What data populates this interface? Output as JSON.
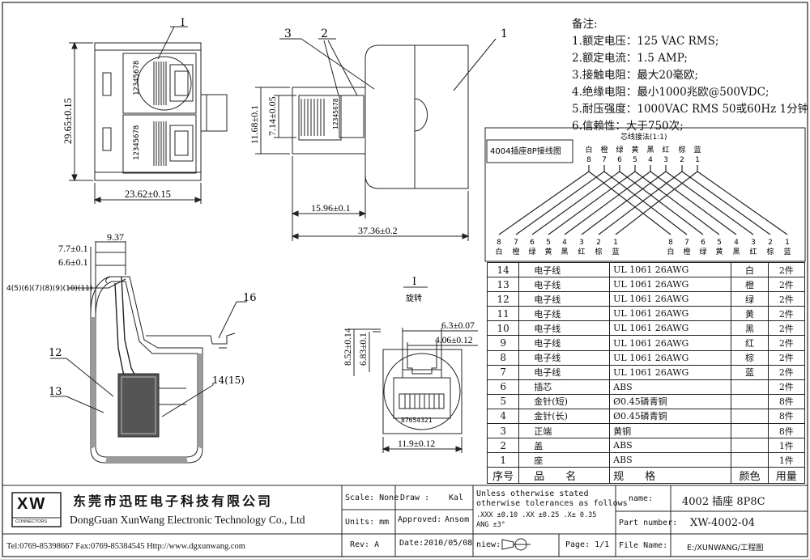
{
  "drawing": {
    "front_view": {
      "width_dim": "23.62±0.15",
      "height_dim": "29.65±0.15",
      "pin_order": "12345678",
      "pin_order_reversed": "87654321",
      "label_I": "I"
    },
    "side_view": {
      "callouts": [
        "3",
        "2",
        "1"
      ],
      "dims": [
        "11.68±0.1",
        "7.14±0.05",
        "15.96±0.1",
        "37.36±0.2"
      ]
    },
    "section_view": {
      "dims": [
        "9.37",
        "7.7±0.1",
        "6.6±0.1"
      ],
      "callout_left": "4(5)(6)(7)(8)(9)(10)(11)",
      "callouts": [
        "16",
        "12",
        "13",
        "14(15)"
      ]
    },
    "detail_view": {
      "label": "I",
      "caption": "旋转",
      "dims": [
        "6.3±0.07",
        "4.06±0.12",
        "8.52±0.14",
        "6.83±0.1",
        "11.9±0.12"
      ]
    }
  },
  "notes": {
    "title": "备注:",
    "items": [
      "1.额定电压：125 VAC RMS;",
      "2.额定电流：1.5 AMP;",
      "3.接触电阻：最大20毫欧;",
      "4.绝缘电阻：最小1000兆欧@500VDC;",
      "5.耐压强度：1000VAC RMS 50或60Hz 1分钟",
      "6.信赖性：大于750次;"
    ]
  },
  "wiring": {
    "box_label": "4004插座8P接线图",
    "title": "芯线接法(1:1)",
    "top_colors": [
      "白",
      "橙",
      "绿",
      "黄",
      "黑",
      "红",
      "棕",
      "蓝"
    ],
    "top_numbers": [
      "8",
      "7",
      "6",
      "5",
      "4",
      "3",
      "2",
      "1"
    ],
    "bottom_left_numbers": [
      "8",
      "7",
      "6",
      "5",
      "4",
      "3",
      "2",
      "1"
    ],
    "bottom_left_colors": [
      "白",
      "橙",
      "绿",
      "黄",
      "黑",
      "红",
      "棕",
      "蓝"
    ],
    "bottom_right_numbers": [
      "8",
      "7",
      "6",
      "5",
      "4",
      "3",
      "2",
      "1"
    ],
    "bottom_right_colors": [
      "白",
      "橙",
      "绿",
      "黄",
      "黑",
      "红",
      "棕",
      "蓝"
    ]
  },
  "bom": {
    "header": {
      "no": "序号",
      "name": "品　　名",
      "spec": "规　　格",
      "color": "颜色",
      "qty": "用量"
    },
    "rows": [
      {
        "no": "14",
        "name": "电子线",
        "spec": "UL 1061 26AWG",
        "color": "白",
        "qty": "2件"
      },
      {
        "no": "13",
        "name": "电子线",
        "spec": "UL 1061 26AWG",
        "color": "橙",
        "qty": "2件"
      },
      {
        "no": "12",
        "name": "电子线",
        "spec": "UL 1061 26AWG",
        "color": "绿",
        "qty": "2件"
      },
      {
        "no": "11",
        "name": "电子线",
        "spec": "UL 1061 26AWG",
        "color": "黄",
        "qty": "2件"
      },
      {
        "no": "10",
        "name": "电子线",
        "spec": "UL 1061 26AWG",
        "color": "黑",
        "qty": "2件"
      },
      {
        "no": "9",
        "name": "电子线",
        "spec": "UL 1061 26AWG",
        "color": "红",
        "qty": "2件"
      },
      {
        "no": "8",
        "name": "电子线",
        "spec": "UL 1061 26AWG",
        "color": "棕",
        "qty": "2件"
      },
      {
        "no": "7",
        "name": "电子线",
        "spec": "UL 1061 26AWG",
        "color": "蓝",
        "qty": "2件"
      },
      {
        "no": "6",
        "name": "插芯",
        "spec": "ABS",
        "color": "",
        "qty": "2件"
      },
      {
        "no": "5",
        "name": "金针(短)",
        "spec": "Ø0.45磷青铜",
        "color": "",
        "qty": "8件"
      },
      {
        "no": "4",
        "name": "金针(长)",
        "spec": "Ø0.45磷青铜",
        "color": "",
        "qty": "8件"
      },
      {
        "no": "3",
        "name": "正端",
        "spec": "黄铜",
        "color": "",
        "qty": "8件"
      },
      {
        "no": "2",
        "name": "盖",
        "spec": "ABS",
        "color": "",
        "qty": "1件"
      },
      {
        "no": "1",
        "name": "座",
        "spec": "ABS",
        "color": "",
        "qty": "1件"
      }
    ]
  },
  "title_block": {
    "logo_text": "XW",
    "logo_sub": "CONNECTORS",
    "company_cn": "东莞市迅旺电子科技有限公司",
    "company_en": "DongGuan XunWang Electronic Technology Co., Ltd",
    "contact": "Tel:0769-85398667  Fax:0769-85384545  Http://www.dgxunwang.com",
    "scale": "Scale: None",
    "units": "Units: mm",
    "rev": "Rev: A",
    "draw_label": "Draw  :",
    "draw_value": "Kal",
    "approved_label": "Approved:",
    "approved_value": "Ansom",
    "date": "Date:2010/05/08",
    "tolerance_1": "Unless otherwise stated",
    "tolerance_2": "otherwise tolerances as follows",
    "tolerance_3": ".XXX ±0.10 .XX ±0.25 .X± 0.35",
    "tolerance_4": "ANG ±3°",
    "view_label": "niew:",
    "page": "Page: 1/1",
    "name_label": "name:",
    "name_value": "4002 插座 8P8C",
    "part_label": "Part number:",
    "part_value": "XW-4002-04",
    "file_label": "File Name:",
    "file_value": "E:/XUNWANG/工程图"
  }
}
